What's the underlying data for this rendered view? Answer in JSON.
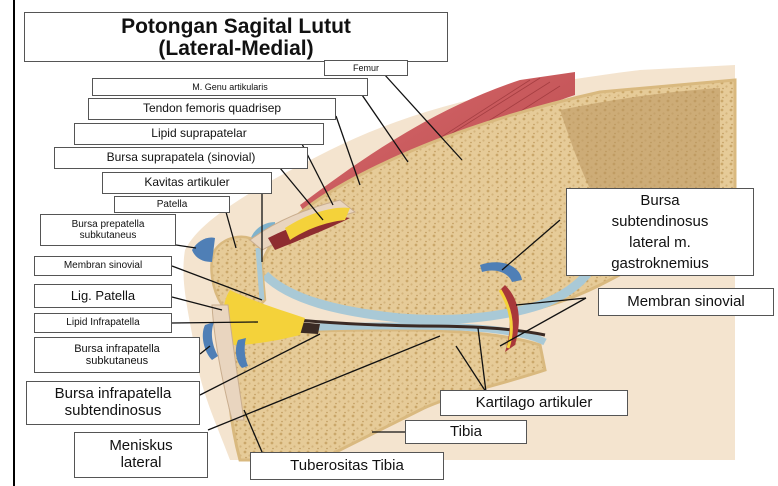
{
  "title": {
    "line1": "Potongan Sagital Lutut",
    "line2": "(Lateral-Medial)"
  },
  "labels": {
    "femur": "Femur",
    "m_genu": "M. Genu artikularis",
    "tendon_quad": "Tendon femoris quadrisep",
    "lipid_supra": "Lipid suprapatelar",
    "bursa_supra": "Bursa suprapatela (sinovial)",
    "kavitas": "Kavitas artikuler",
    "patella": "Patella",
    "bursa_prepatella": [
      "Bursa prepatella",
      "subkutaneus"
    ],
    "membran_sinovial_left": "Membran sinovial",
    "lig_patella": "Lig. Patella",
    "lipid_infra": "Lipid Infrapatella",
    "bursa_infra_sub": [
      "Bursa infrapatella",
      "subkutaneus"
    ],
    "bursa_infra_subtend": [
      "Bursa infrapatella",
      "subtendinosus"
    ],
    "meniskus": [
      "Meniskus",
      "lateral"
    ],
    "tuberositas": "Tuberositas Tibia",
    "tibia": "Tibia",
    "kartilago": "Kartilago artikuler",
    "membran_sinovial_right": "Membran sinovial",
    "bursa_gastro": [
      "Bursa",
      "subtendinosus",
      "lateral m.",
      "gastroknemius"
    ]
  },
  "colors": {
    "bone_spongy": "#e3c794",
    "bone_cortex": "#f1dfb8",
    "cartilage": "#b9d3dc",
    "fat_yellow": "#f4d23a",
    "muscle_red": "#c9565a",
    "bursa_blue": "#4f7fb6",
    "synovial_red": "#a8383a"
  }
}
